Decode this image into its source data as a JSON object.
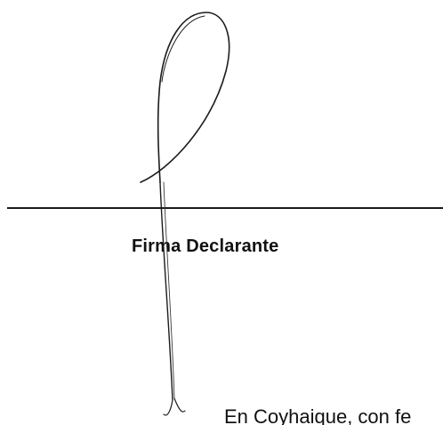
{
  "document": {
    "signature_label": "Firma Declarante",
    "place_date_text": "En Coyhaique, con fe",
    "signature": "handwritten-signature"
  }
}
